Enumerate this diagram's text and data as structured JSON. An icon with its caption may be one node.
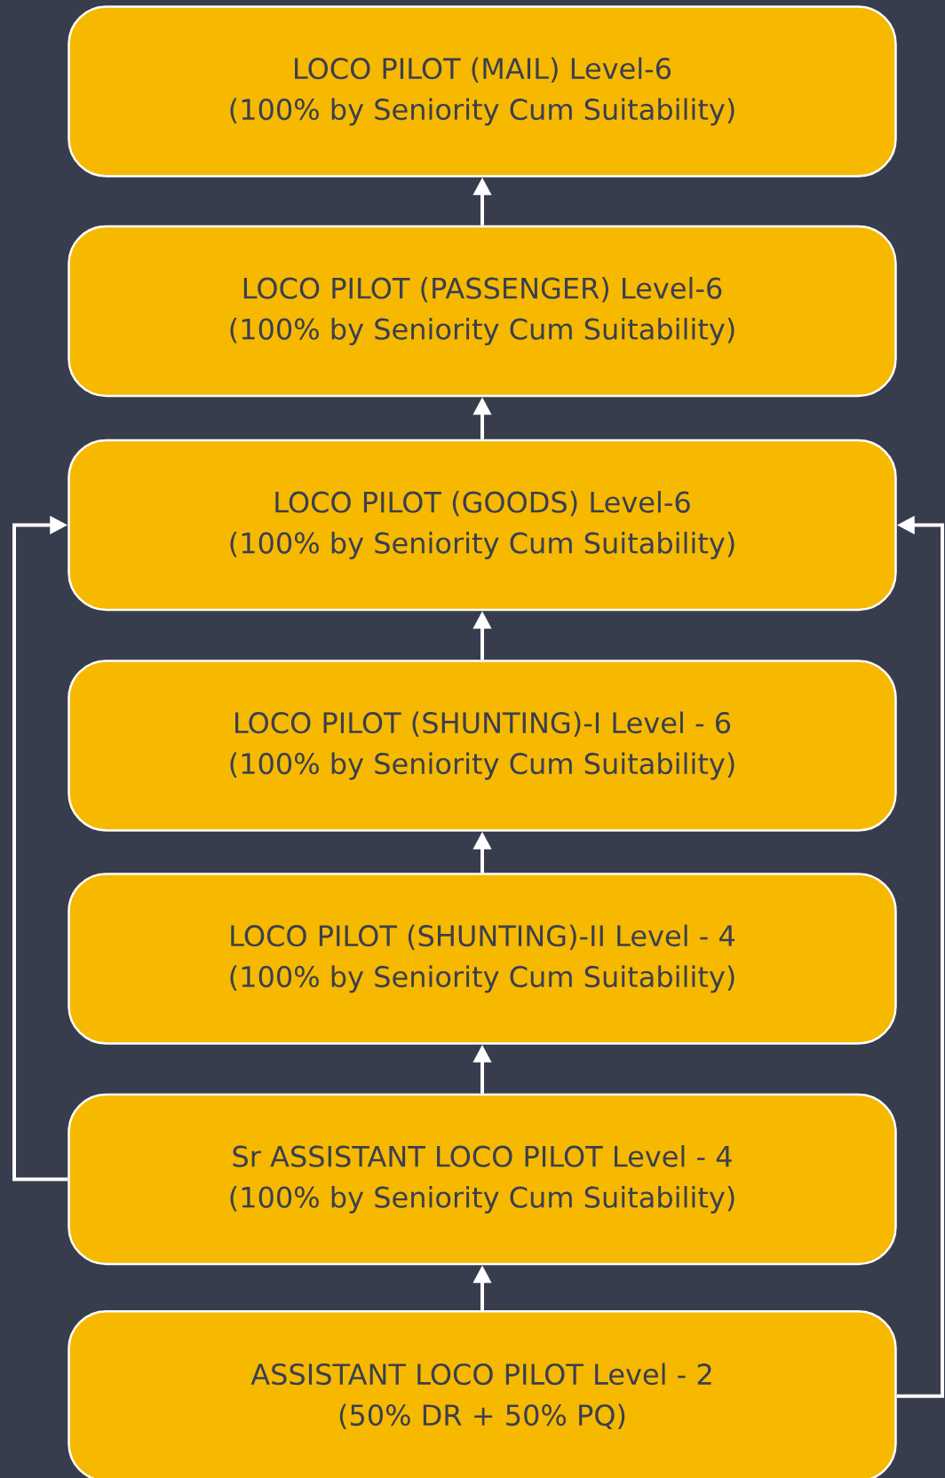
{
  "diagram": {
    "nodes": [
      {
        "text": [
          "LOCO PILOT (MAIL) Level-6",
          "(100% by Seniority Cum Suitability)"
        ]
      },
      {
        "text": [
          "LOCO PILOT (PASSENGER) Level-6",
          "(100% by Seniority Cum Suitability)"
        ]
      },
      {
        "text": [
          "LOCO PILOT (GOODS) Level-6",
          "(100% by Seniority Cum Suitability)"
        ]
      },
      {
        "text": [
          "LOCO PILOT (SHUNTING)-I Level - 6",
          "(100% by Seniority Cum Suitability)"
        ]
      },
      {
        "text": [
          "LOCO PILOT (SHUNTING)-II Level - 4",
          "(100% by Seniority Cum Suitability)"
        ]
      },
      {
        "text": [
          "Sr ASSISTANT LOCO PILOT Level - 4",
          "(100% by Seniority Cum Suitability)"
        ]
      },
      {
        "text": [
          "ASSISTANT LOCO PILOT Level - 2",
          "(50% DR + 50% PQ)"
        ]
      }
    ],
    "edges": [
      {
        "from": 1,
        "to": 0,
        "arrow": "to"
      },
      {
        "from": 2,
        "to": 1,
        "arrow": "to"
      },
      {
        "from": 3,
        "to": 2,
        "arrow": "to"
      },
      {
        "from": 4,
        "to": 3,
        "arrow": "to"
      },
      {
        "from": 5,
        "to": 4,
        "arrow": "to"
      },
      {
        "from": 6,
        "to": 5,
        "arrow": "to"
      },
      {
        "from": 5,
        "to": 2,
        "arrow": "to"
      },
      {
        "from": 6,
        "to": 2,
        "arrow": "to"
      }
    ]
  }
}
